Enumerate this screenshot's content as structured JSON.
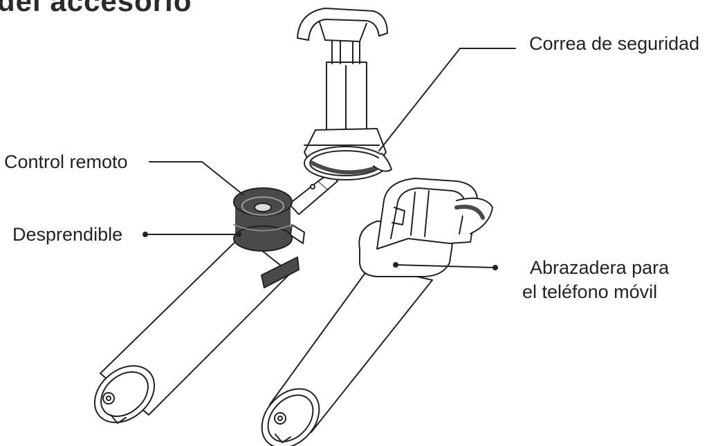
{
  "title": "del accesorio",
  "labels": {
    "safety_strap": "Correa de seguridad",
    "remote_control": "Control remoto",
    "detachable": "Desprendible",
    "phone_clamp_line1": "Abrazadera para",
    "phone_clamp_line2": "el teléfono móvil"
  },
  "colors": {
    "line": "#222222",
    "text": "#222222",
    "dark_part": "#4a4a4a"
  }
}
